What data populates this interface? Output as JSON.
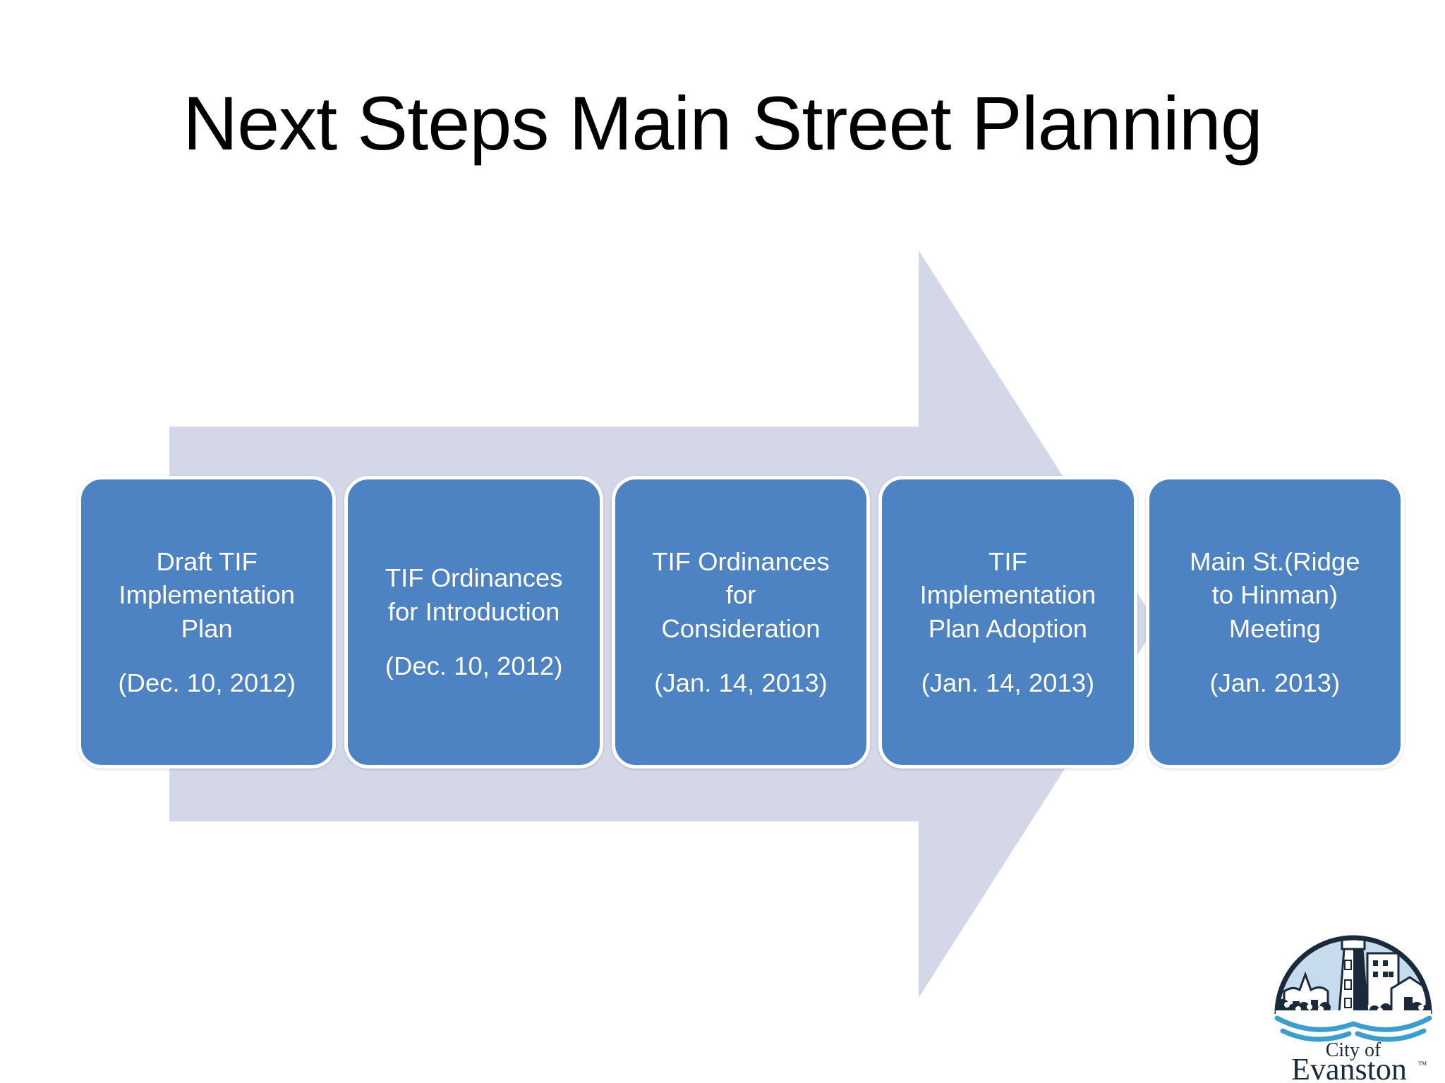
{
  "slide": {
    "title": "Next Steps Main Street Planning",
    "background_color": "#FFFFFF"
  },
  "colors": {
    "box_fill": "#4E83C3",
    "box_border": "#FFFFFF",
    "arrow_fill": "#D3D7E8",
    "text_on_box": "#FFFFFF",
    "title_text": "#000000",
    "logo_dark": "#1B2A3A",
    "logo_sky": "#C6DCEC",
    "logo_wave": "#3C9FCB"
  },
  "process": {
    "arrow_name": "right-pointing-process-arrow",
    "steps": [
      {
        "id": "step-1",
        "title": "Draft TIF\nImplementation\nPlan",
        "date": "(Dec. 10, 2012)"
      },
      {
        "id": "step-2",
        "title": "TIF Ordinances\nfor Introduction",
        "date": "(Dec. 10, 2012)"
      },
      {
        "id": "step-3",
        "title": "TIF Ordinances\nfor\nConsideration",
        "date": "(Jan. 14, 2013)"
      },
      {
        "id": "step-4",
        "title": "TIF\nImplementation\nPlan Adoption",
        "date": "(Jan. 14, 2013)"
      },
      {
        "id": "step-5",
        "title": "Main St.(Ridge\nto Hinman)\nMeeting",
        "date": "(Jan. 2013)"
      }
    ]
  },
  "logo": {
    "icon_name": "evanston-lighthouse-icon",
    "line1": "City of",
    "line2": "Evanston",
    "trademark": "™"
  }
}
